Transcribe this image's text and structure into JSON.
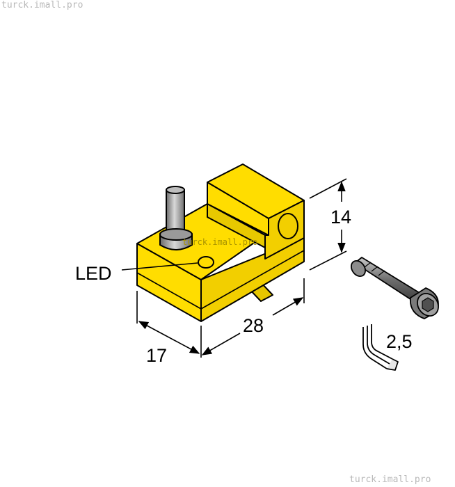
{
  "watermark": "turck.imall.pro",
  "labels": {
    "led": "LED",
    "dim_height": "14",
    "dim_length": "28",
    "dim_width": "17",
    "dim_key": "2,5"
  },
  "colors": {
    "housing": "#ffdd00",
    "cable": "#8a8a8a",
    "screw": "#6e6e6e",
    "outline": "#000000"
  }
}
